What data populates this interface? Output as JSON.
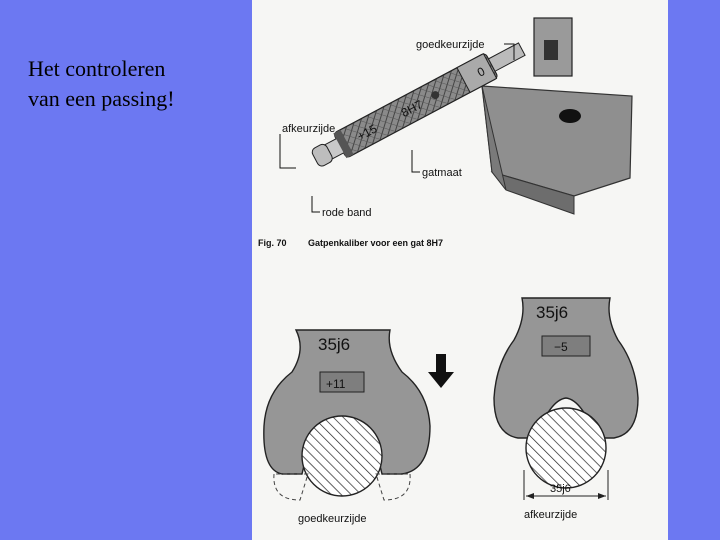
{
  "slide": {
    "title": "Het controleren\nvan een passing!",
    "background_color": "#6c78f2"
  },
  "figure": {
    "plug_gauge": {
      "label_goedkeurzijde": "goedkeurzijde",
      "label_afkeurzijde": "afkeurzijde",
      "label_gatmaat": "gatmaat",
      "label_rode_band": "rode band",
      "mark_zero": "0",
      "mark_tolerance": "8H7",
      "mark_plus": "+15"
    },
    "caption_number": "Fig. 70",
    "caption_text": "Gatpenkaliber voor een gat 8H7",
    "snap_gauge_left": {
      "size_mark": "35j6",
      "deviation_mark": "+11",
      "label": "goedkeurzijde"
    },
    "snap_gauge_right": {
      "size_mark": "35j6",
      "deviation_mark": "−5",
      "dimension": "35j6",
      "label": "afkeurzijde"
    },
    "arrow_icon": "down-arrow-icon"
  }
}
